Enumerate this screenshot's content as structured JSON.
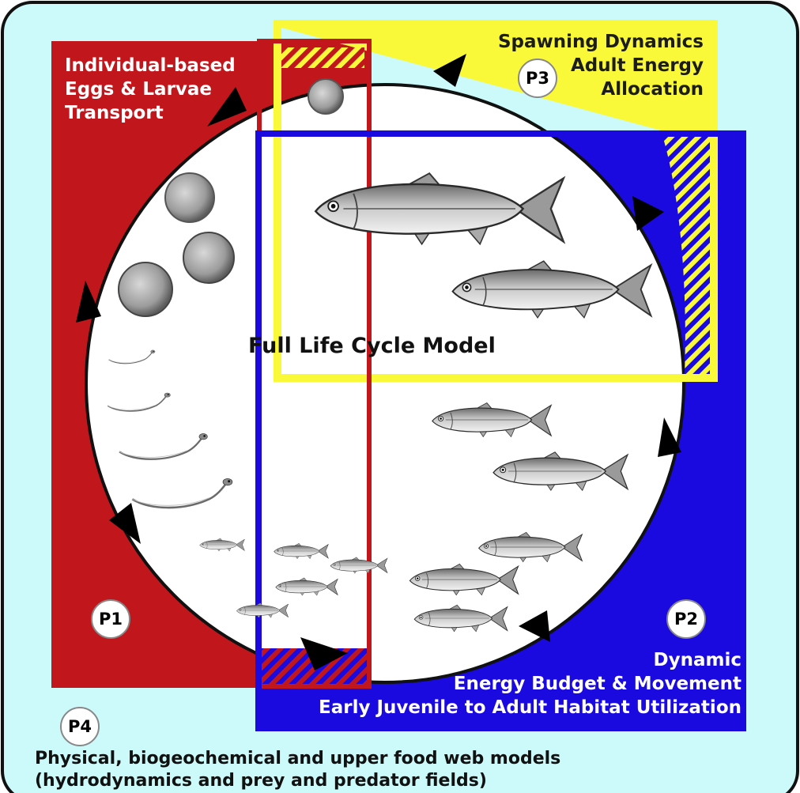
{
  "colors": {
    "background": "#ccf9f9",
    "red": "#c1171c",
    "blue": "#1a0ae0",
    "yellow": "#f9f93a",
    "circle": "#ffffff",
    "text_white": "#ffffff",
    "text_dark": "#1c1c1c"
  },
  "p1": {
    "badge": "P1",
    "lines": [
      "Individual-based",
      "Eggs & Larvae",
      "Transport"
    ]
  },
  "p2": {
    "badge": "P2",
    "lines": [
      "Dynamic",
      "Energy Budget & Movement",
      "Early Juvenile  to Adult Habitat Utilization"
    ]
  },
  "p3": {
    "badge": "P3",
    "lines": [
      "Spawning Dynamics",
      "Adult Energy",
      "Allocation"
    ]
  },
  "p4": {
    "badge": "P4",
    "lines": [
      "Physical, biogeochemical and upper food web models",
      "(hydrodynamics and prey and predator fields)"
    ]
  },
  "center_title": "Full Life Cycle Model"
}
